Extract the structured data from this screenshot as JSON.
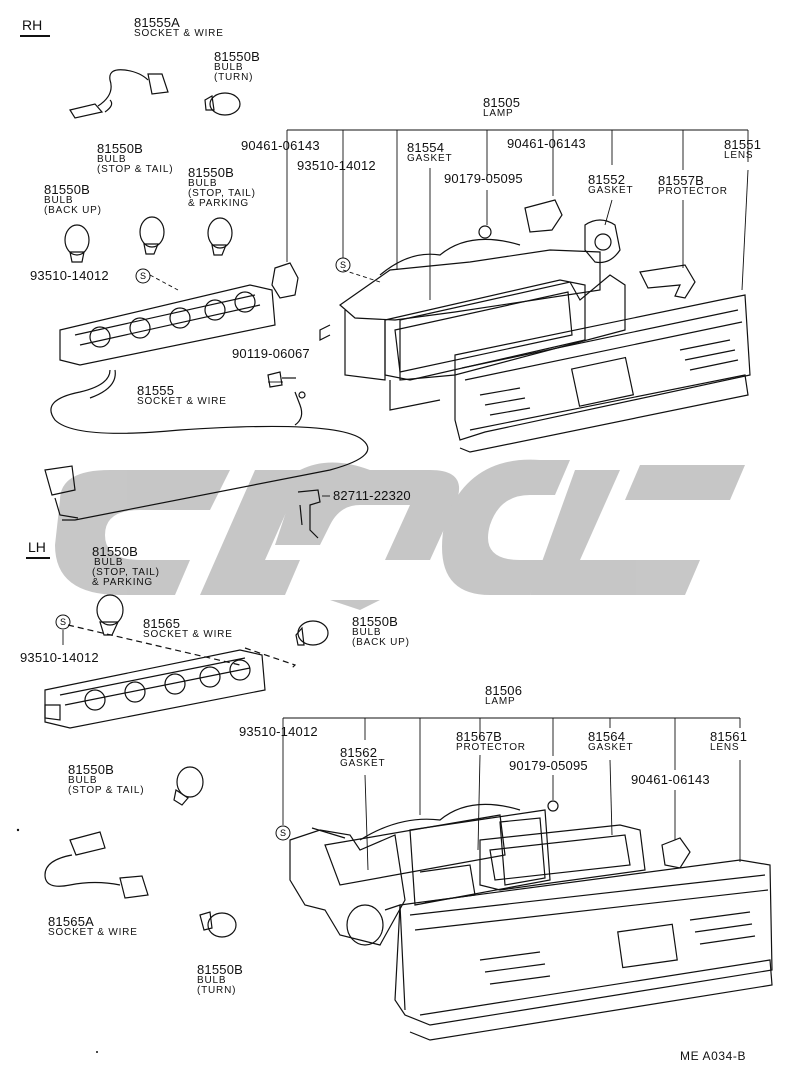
{
  "sections": {
    "rh": "RH",
    "lh": "LH"
  },
  "parts": {
    "p81555A": {
      "num": "81555A",
      "desc": "SOCKET & WIRE"
    },
    "p81550B_turn_rh": {
      "num": "81550B",
      "desc": [
        "BULB",
        "(TURN)"
      ]
    },
    "p81505": {
      "num": "81505",
      "desc": "LAMP"
    },
    "p90461_top1": {
      "num": "90461-06143"
    },
    "p81554": {
      "num": "81554",
      "desc": "GASKET"
    },
    "p90461_top2": {
      "num": "90461-06143"
    },
    "p81551": {
      "num": "81551",
      "desc": "LENS"
    },
    "p81550B_stoptail_rh": {
      "num": "81550B",
      "desc": [
        "BULB",
        "(STOP & TAIL)"
      ]
    },
    "p93510_rh_top": {
      "num": "93510-14012"
    },
    "p81550B_park_rh": {
      "num": "81550B",
      "desc": [
        "BULB",
        "(STOP, TAIL)",
        "& PARKING"
      ]
    },
    "p90179_rh": {
      "num": "90179-05095"
    },
    "p81552": {
      "num": "81552",
      "desc": "GASKET"
    },
    "p81557B": {
      "num": "81557B",
      "desc": "PROTECTOR"
    },
    "p81550B_backup_rh": {
      "num": "81550B",
      "desc": [
        "BULB",
        "(BACK UP)"
      ]
    },
    "p93510_rh_socket": {
      "num": "93510-14012"
    },
    "p90119": {
      "num": "90119-06067"
    },
    "p81555": {
      "num": "81555",
      "desc": "SOCKET & WIRE"
    },
    "p82711": {
      "num": "82711-22320"
    },
    "p81550B_park_lh": {
      "num": "81550B",
      "desc": [
        "BULB",
        "(STOP, TAIL)",
        "& PARKING"
      ]
    },
    "p81565": {
      "num": "81565",
      "desc": "SOCKET & WIRE"
    },
    "p81550B_backup_lh": {
      "num": "81550B",
      "desc": [
        "BULB",
        "(BACK UP)"
      ]
    },
    "p93510_lh_socket": {
      "num": "93510-14012"
    },
    "p81506": {
      "num": "81506",
      "desc": "LAMP"
    },
    "p93510_lh_lamp": {
      "num": "93510-14012"
    },
    "p81562": {
      "num": "81562",
      "desc": "GASKET"
    },
    "p81567B": {
      "num": "81567B",
      "desc": "PROTECTOR"
    },
    "p81564": {
      "num": "81564",
      "desc": "GASKET"
    },
    "p81561": {
      "num": "81561",
      "desc": "LENS"
    },
    "p90179_lh": {
      "num": "90179-05095"
    },
    "p81550B_stoptail_lh": {
      "num": "81550B",
      "desc": [
        "BULB",
        "(STOP & TAIL)"
      ]
    },
    "p90461_lh": {
      "num": "90461-06143"
    },
    "p81565A": {
      "num": "81565A",
      "desc": "SOCKET & WIRE"
    },
    "p81550B_turn_lh": {
      "num": "81550B",
      "desc": [
        "BULB",
        "(TURN)"
      ]
    }
  },
  "footer_code": "ME A034-B",
  "watermark_color": "#b9b9b9"
}
